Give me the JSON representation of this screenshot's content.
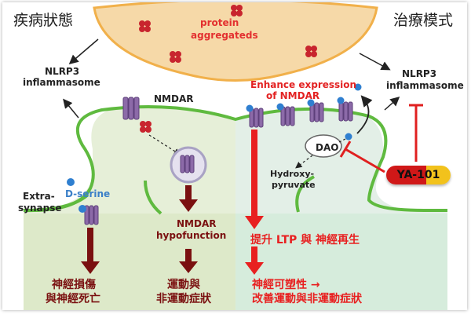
{
  "header": {
    "disease_title": "疾病狀態",
    "treatment_title": "治療模式"
  },
  "protein": {
    "label_line1": "protein",
    "label_line2": "aggregateds"
  },
  "labels": {
    "nlrp3_left_line1": "NLRP3",
    "nlrp3_left_line2": "inflammasome",
    "nlrp3_right_line1": "NLRP3",
    "nlrp3_right_line2": "inflammasome",
    "nmdar": "NMDAR",
    "d_serine": "D-serine",
    "extra_synapse_line1": "Extra-",
    "extra_synapse_line2": "synapse",
    "nmdar_hypo_line1": "NMDAR",
    "nmdar_hypo_line2": "hypofunction",
    "enhance_line1": "Enhance expression",
    "enhance_line2": "of NMDAR",
    "dao": "DAO",
    "hydroxy_line1": "Hydroxy-",
    "hydroxy_line2": "pyruvate",
    "drug": "YA-101"
  },
  "outcomes": {
    "neuro_damage_line1": "神經損傷",
    "neuro_damage_line2": "與神經死亡",
    "motor_line1": "運動與",
    "motor_line2": "非運動症狀",
    "ltp": "提升 LTP 與 神經再生",
    "plasticity_line1": "神經可塑性 →",
    "plasticity_line2": "改善運動與非運動症狀"
  },
  "colors": {
    "left_panel": "#e6efd8",
    "right_panel": "#e3efe7",
    "membrane": "#5fba3f",
    "protein_blob": "#f6d9a8",
    "receptor": "#8c6aa8",
    "dark_red_arrow": "#7a1010",
    "red_arrow": "#e82020",
    "dserine_dot": "#2f7fd0"
  }
}
